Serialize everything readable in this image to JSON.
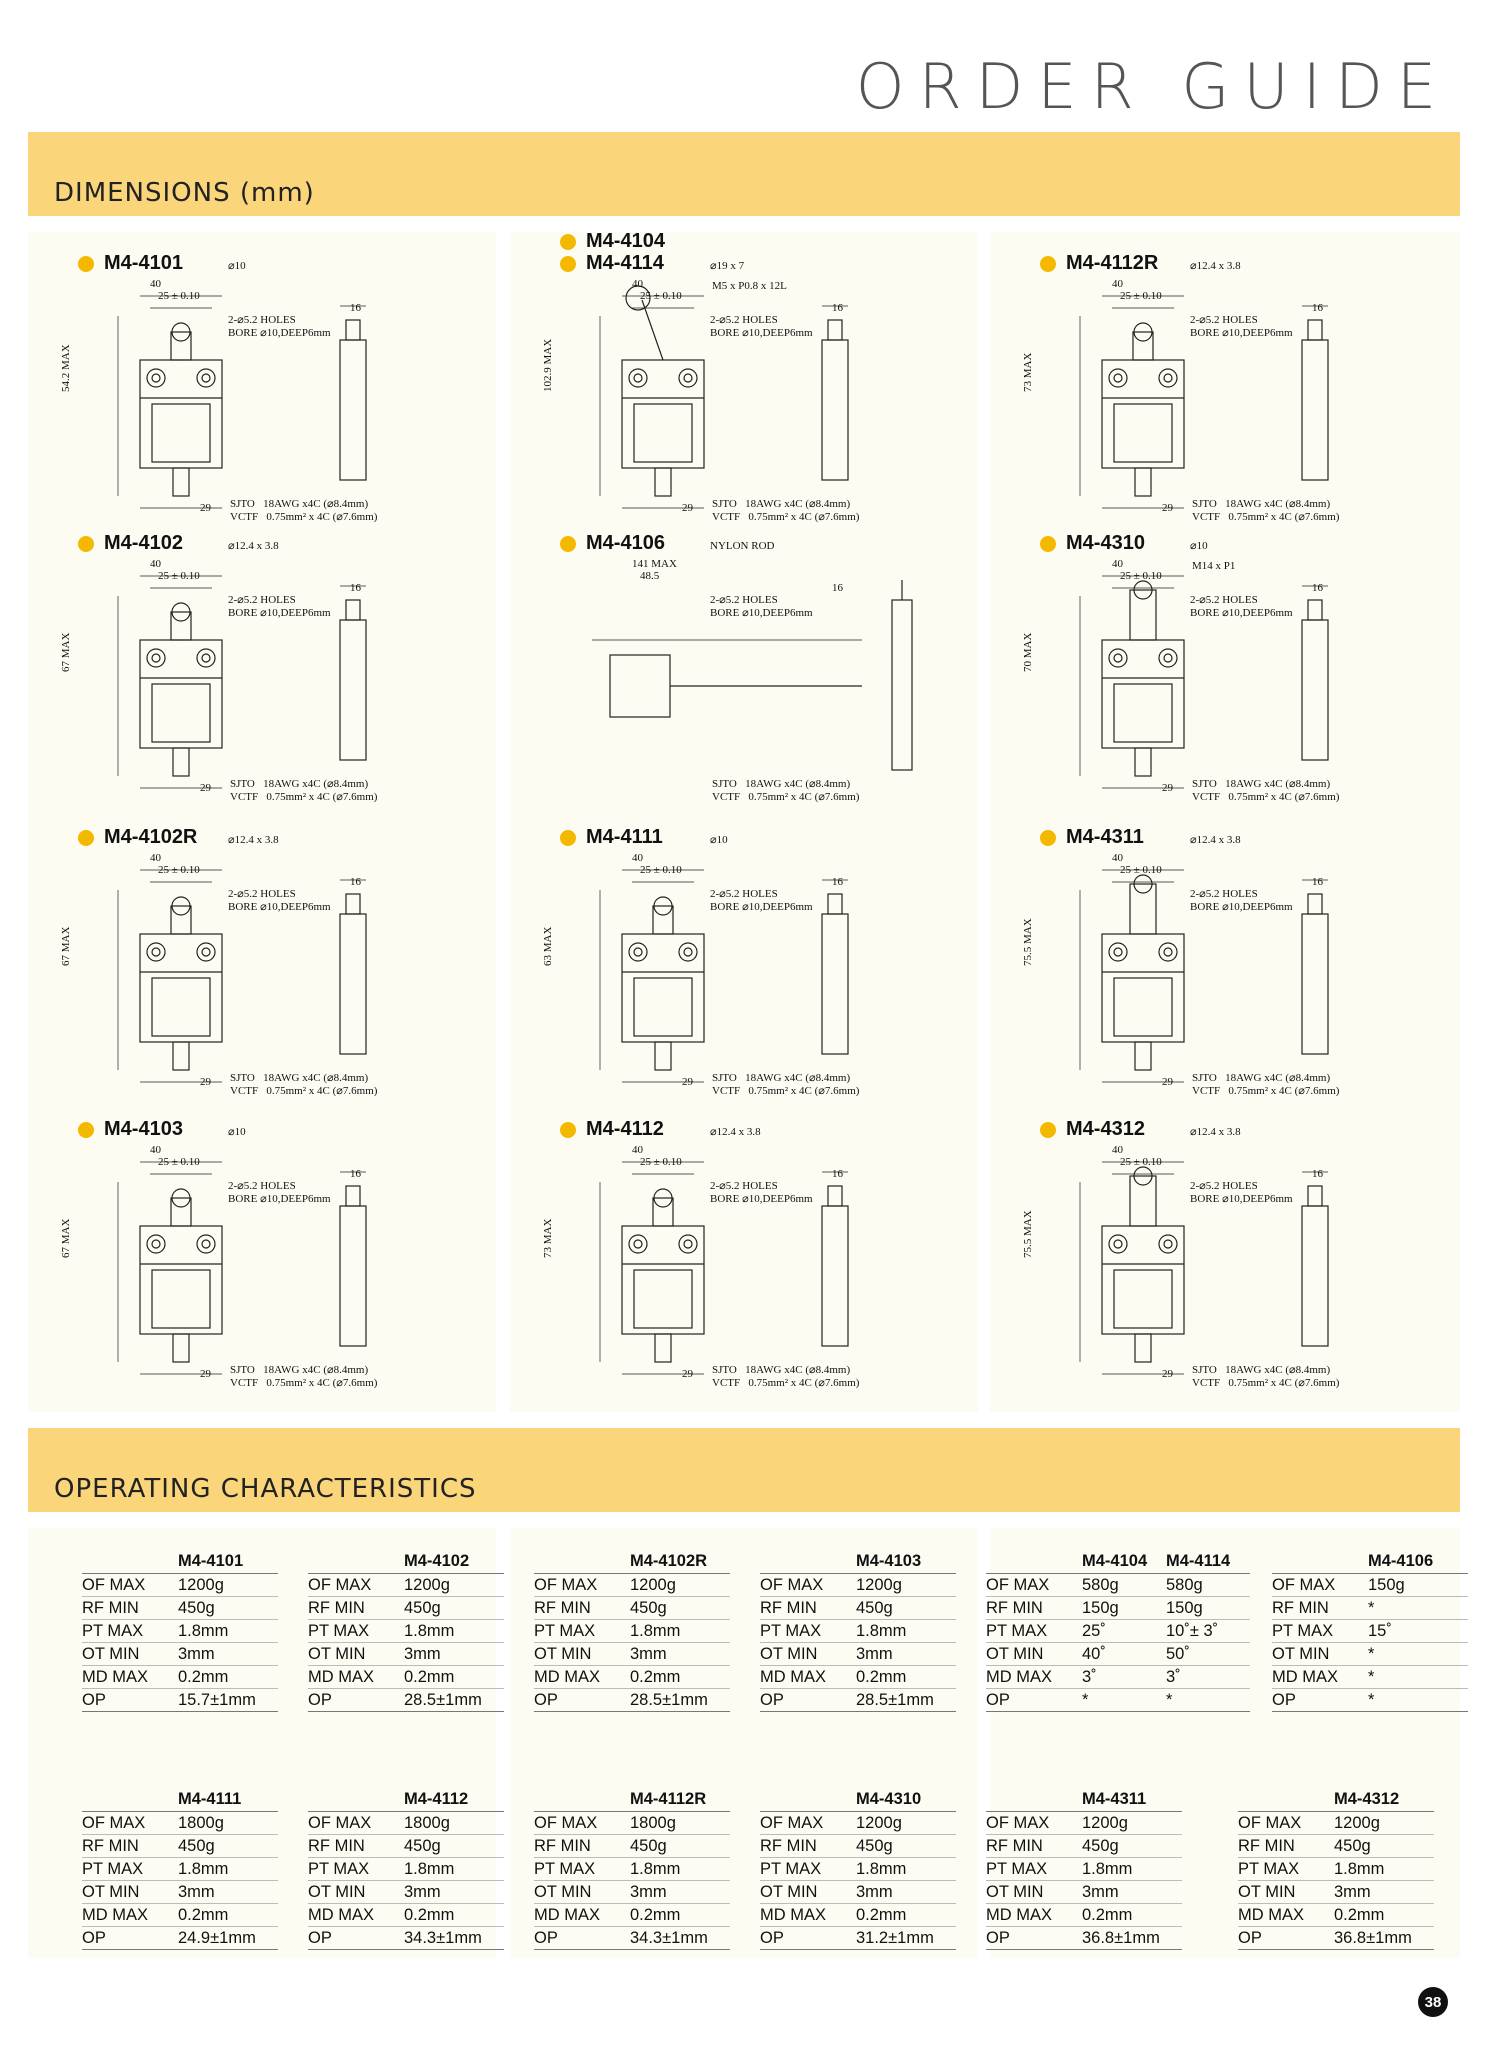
{
  "page_title": "ORDER GUIDE",
  "dimensions": {
    "heading": "DIMENSIONS (mm)",
    "models": [
      {
        "name": "M4-4101",
        "d1": "40",
        "d2": "25 ± 0.10",
        "cap": "⌀10",
        "holes": "2-⌀5.2 HOLES",
        "bore": "BORE ⌀10,DEEP6mm",
        "max": "54.2 MAX",
        "width": "29",
        "side": "16",
        "s1": "SJTO   18AWG x4C (⌀8.4mm)",
        "s2": "VCTF   0.75mm² x 4C (⌀7.6mm)"
      },
      {
        "name": "M4-4104",
        "name2": "M4-4114",
        "d1": "40",
        "d2": "25 ± 0.10",
        "cap": "⌀19 x 7",
        "holes": "2-⌀5.2 HOLES",
        "bore": "BORE ⌀10,DEEP6mm",
        "max": "102.9 MAX",
        "width": "29",
        "side": "16",
        "extra": "M5 x P0.8 x 12L",
        "s1": "SJTO   18AWG x4C (⌀8.4mm)",
        "s2": "VCTF   0.75mm² x 4C (⌀7.6mm)"
      },
      {
        "name": "M4-4112R",
        "d1": "40",
        "d2": "25 ± 0.10",
        "cap": "⌀12.4 x 3.8",
        "holes": "2-⌀5.2 HOLES",
        "bore": "BORE ⌀10,DEEP6mm",
        "max": "73 MAX",
        "width": "29",
        "side": "16",
        "s1": "SJTO   18AWG x4C (⌀8.4mm)",
        "s2": "VCTF   0.75mm² x 4C (⌀7.6mm)"
      },
      {
        "name": "M4-4102",
        "d1": "40",
        "d2": "25 ± 0.10",
        "cap": "⌀12.4 x 3.8",
        "holes": "2-⌀5.2 HOLES",
        "bore": "BORE ⌀10,DEEP6mm",
        "max": "67 MAX",
        "width": "29",
        "side": "16",
        "s1": "SJTO   18AWG x4C (⌀8.4mm)",
        "s2": "VCTF   0.75mm² x 4C (⌀7.6mm)"
      },
      {
        "name": "M4-4106",
        "d1": "141 MAX",
        "d2": "48.5",
        "cap": "NYLON ROD",
        "holes": "2-⌀5.2 HOLES",
        "bore": "BORE ⌀10,DEEP6mm",
        "max": "",
        "width": "",
        "side": "16",
        "s1": "SJTO   18AWG x4C (⌀8.4mm)",
        "s2": "VCTF   0.75mm² x 4C (⌀7.6mm)"
      },
      {
        "name": "M4-4310",
        "d1": "40",
        "d2": "25 ± 0.10",
        "cap": "⌀10",
        "extra": "M14 x P1",
        "holes": "2-⌀5.2 HOLES",
        "bore": "BORE ⌀10,DEEP6mm",
        "max": "70 MAX",
        "width": "29",
        "side": "16",
        "s1": "SJTO   18AWG x4C (⌀8.4mm)",
        "s2": "VCTF   0.75mm² x 4C (⌀7.6mm)"
      },
      {
        "name": "M4-4102R",
        "d1": "40",
        "d2": "25 ± 0.10",
        "cap": "⌀12.4 x 3.8",
        "holes": "2-⌀5.2 HOLES",
        "bore": "BORE ⌀10,DEEP6mm",
        "max": "67 MAX",
        "width": "29",
        "side": "16",
        "s1": "SJTO   18AWG x4C (⌀8.4mm)",
        "s2": "VCTF   0.75mm² x 4C (⌀7.6mm)"
      },
      {
        "name": "M4-4111",
        "d1": "40",
        "d2": "25 ± 0.10",
        "cap": "⌀10",
        "holes": "2-⌀5.2 HOLES",
        "bore": "BORE ⌀10,DEEP6mm",
        "max": "63 MAX",
        "width": "29",
        "side": "16",
        "s1": "SJTO   18AWG x4C (⌀8.4mm)",
        "s2": "VCTF   0.75mm² x 4C (⌀7.6mm)"
      },
      {
        "name": "M4-4311",
        "d1": "40",
        "d2": "25 ± 0.10",
        "cap": "⌀12.4 x 3.8",
        "holes": "2-⌀5.2 HOLES",
        "bore": "BORE ⌀10,DEEP6mm",
        "max": "75.5 MAX",
        "width": "29",
        "side": "16",
        "s1": "SJTO   18AWG x4C (⌀8.4mm)",
        "s2": "VCTF   0.75mm² x 4C (⌀7.6mm)"
      },
      {
        "name": "M4-4103",
        "d1": "40",
        "d2": "25 ± 0.10",
        "cap": "⌀10",
        "holes": "2-⌀5.2 HOLES",
        "bore": "BORE ⌀10,DEEP6mm",
        "max": "67 MAX",
        "width": "29",
        "side": "16",
        "s1": "SJTO   18AWG x4C (⌀8.4mm)",
        "s2": "VCTF   0.75mm² x 4C (⌀7.6mm)"
      },
      {
        "name": "M4-4112",
        "d1": "40",
        "d2": "25 ± 0.10",
        "cap": "⌀12.4 x 3.8",
        "holes": "2-⌀5.2 HOLES",
        "bore": "BORE ⌀10,DEEP6mm",
        "max": "73 MAX",
        "width": "29",
        "side": "16",
        "s1": "SJTO   18AWG x4C (⌀8.4mm)",
        "s2": "VCTF   0.75mm² x 4C (⌀7.6mm)"
      },
      {
        "name": "M4-4312",
        "d1": "40",
        "d2": "25 ± 0.10",
        "cap": "⌀12.4 x 3.8",
        "holes": "2-⌀5.2 HOLES",
        "bore": "BORE ⌀10,DEEP6mm",
        "max": "75.5 MAX",
        "width": "29",
        "side": "16",
        "s1": "SJTO   18AWG x4C (⌀8.4mm)",
        "s2": "VCTF   0.75mm² x 4C (⌀7.6mm)"
      }
    ]
  },
  "operating": {
    "heading": "OPERATING CHARACTERISTICS",
    "tables_row1": [
      {
        "headers": [
          "M4-4101"
        ],
        "rows": [
          [
            "OF  MAX",
            "1200g"
          ],
          [
            "RF  MIN",
            "450g"
          ],
          [
            "PT  MAX",
            "1.8mm"
          ],
          [
            "OT  MIN",
            "3mm"
          ],
          [
            "MD MAX",
            "0.2mm"
          ],
          [
            "OP",
            "15.7±1mm"
          ]
        ]
      },
      {
        "headers": [
          "M4-4102"
        ],
        "rows": [
          [
            "OF  MAX",
            "1200g"
          ],
          [
            "RF  MIN",
            "450g"
          ],
          [
            "PT  MAX",
            "1.8mm"
          ],
          [
            "OT  MIN",
            "3mm"
          ],
          [
            "MD MAX",
            "0.2mm"
          ],
          [
            "OP",
            "28.5±1mm"
          ]
        ]
      },
      {
        "headers": [
          "M4-4102R"
        ],
        "rows": [
          [
            "OF  MAX",
            "1200g"
          ],
          [
            "RF  MIN",
            "450g"
          ],
          [
            "PT  MAX",
            "1.8mm"
          ],
          [
            "OT  MIN",
            "3mm"
          ],
          [
            "MD MAX",
            "0.2mm"
          ],
          [
            "OP",
            "28.5±1mm"
          ]
        ]
      },
      {
        "headers": [
          "M4-4103"
        ],
        "rows": [
          [
            "OF  MAX",
            "1200g"
          ],
          [
            "RF  MIN",
            "450g"
          ],
          [
            "PT  MAX",
            "1.8mm"
          ],
          [
            "OT  MIN",
            "3mm"
          ],
          [
            "MD MAX",
            "0.2mm"
          ],
          [
            "OP",
            "28.5±1mm"
          ]
        ]
      },
      {
        "headers": [
          "M4-4104",
          "M4-4114"
        ],
        "rows": [
          [
            "OF  MAX",
            "580g",
            "580g"
          ],
          [
            "RF  MIN",
            "150g",
            "150g"
          ],
          [
            "PT  MAX",
            "25˚",
            "10˚± 3˚"
          ],
          [
            "OT  MIN",
            "40˚",
            "50˚"
          ],
          [
            "MD MAX",
            "3˚",
            "3˚"
          ],
          [
            "OP",
            "*",
            "*"
          ]
        ]
      },
      {
        "headers": [
          "M4-4106"
        ],
        "rows": [
          [
            "OF  MAX",
            "150g"
          ],
          [
            "RF  MIN",
            "*"
          ],
          [
            "PT  MAX",
            "15˚"
          ],
          [
            "OT  MIN",
            "*"
          ],
          [
            "MD MAX",
            "*"
          ],
          [
            "OP",
            "*"
          ]
        ]
      }
    ],
    "tables_row2": [
      {
        "headers": [
          "M4-4111"
        ],
        "rows": [
          [
            "OF  MAX",
            "1800g"
          ],
          [
            "RF  MIN",
            "450g"
          ],
          [
            "PT  MAX",
            "1.8mm"
          ],
          [
            "OT  MIN",
            "3mm"
          ],
          [
            "MD MAX",
            "0.2mm"
          ],
          [
            "OP",
            "24.9±1mm"
          ]
        ]
      },
      {
        "headers": [
          "M4-4112"
        ],
        "rows": [
          [
            "OF  MAX",
            "1800g"
          ],
          [
            "RF  MIN",
            "450g"
          ],
          [
            "PT  MAX",
            "1.8mm"
          ],
          [
            "OT  MIN",
            "3mm"
          ],
          [
            "MD MAX",
            "0.2mm"
          ],
          [
            "OP",
            "34.3±1mm"
          ]
        ]
      },
      {
        "headers": [
          "M4-4112R"
        ],
        "rows": [
          [
            "OF  MAX",
            "1800g"
          ],
          [
            "RF  MIN",
            "450g"
          ],
          [
            "PT  MAX",
            "1.8mm"
          ],
          [
            "OT  MIN",
            "3mm"
          ],
          [
            "MD MAX",
            "0.2mm"
          ],
          [
            "OP",
            "34.3±1mm"
          ]
        ]
      },
      {
        "headers": [
          "M4-4310"
        ],
        "rows": [
          [
            "OF  MAX",
            "1200g"
          ],
          [
            "RF  MIN",
            "450g"
          ],
          [
            "PT  MAX",
            "1.8mm"
          ],
          [
            "OT  MIN",
            "3mm"
          ],
          [
            "MD MAX",
            "0.2mm"
          ],
          [
            "OP",
            "31.2±1mm"
          ]
        ]
      },
      {
        "headers": [
          "M4-4311"
        ],
        "rows": [
          [
            "OF  MAX",
            "1200g"
          ],
          [
            "RF  MIN",
            "450g"
          ],
          [
            "PT  MAX",
            "1.8mm"
          ],
          [
            "OT  MIN",
            "3mm"
          ],
          [
            "MD MAX",
            "0.2mm"
          ],
          [
            "OP",
            "36.8±1mm"
          ]
        ]
      },
      {
        "headers": [
          "M4-4312"
        ],
        "rows": [
          [
            "OF  MAX",
            "1200g"
          ],
          [
            "RF  MIN",
            "450g"
          ],
          [
            "PT  MAX",
            "1.8mm"
          ],
          [
            "OT  MIN",
            "3mm"
          ],
          [
            "MD MAX",
            "0.2mm"
          ],
          [
            "OP",
            "36.8±1mm"
          ]
        ]
      }
    ]
  },
  "page_number": "38",
  "colors": {
    "band": "#fad57a",
    "dot": "#f5b800",
    "panel": "#fdfcf3"
  }
}
